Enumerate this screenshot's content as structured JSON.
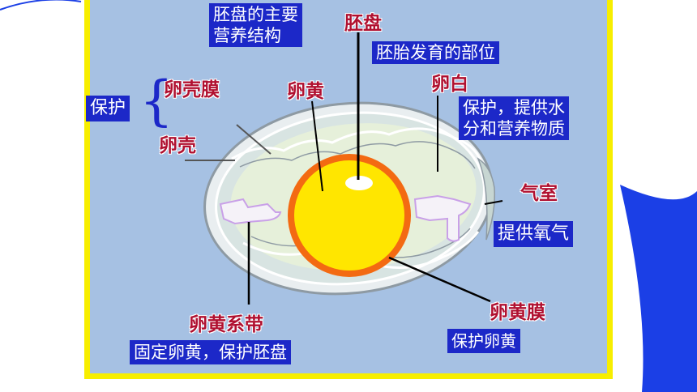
{
  "labels": {
    "embryo_disc": "胚盘",
    "yolk": "卵黄",
    "albumen": "卵白",
    "shell_membrane": "卵壳膜",
    "shell": "卵壳",
    "air_cell": "气室",
    "yolk_membrane": "卵黄膜",
    "chalaza": "卵黄系带"
  },
  "notes": {
    "yolk_line1": "胚盘的主要",
    "yolk_line2": "营养结构",
    "embryo_disc": "胚胎发育的部位",
    "protect": "保护",
    "albumen_line1": "保护，提供水",
    "albumen_line2": "分和营养物质",
    "air_cell": "提供氧气",
    "yolk_membrane": "保护卵黄",
    "chalaza": "固定卵黄，保护胚盘"
  },
  "colors": {
    "frame": "#f7ee00",
    "picture_bg": "#a9c3e4",
    "box": "#1c28c8",
    "label": "#b01030",
    "yolk": "#ffe600",
    "yolk_ring": "#f36a12",
    "accent": "#1b3fe6"
  }
}
